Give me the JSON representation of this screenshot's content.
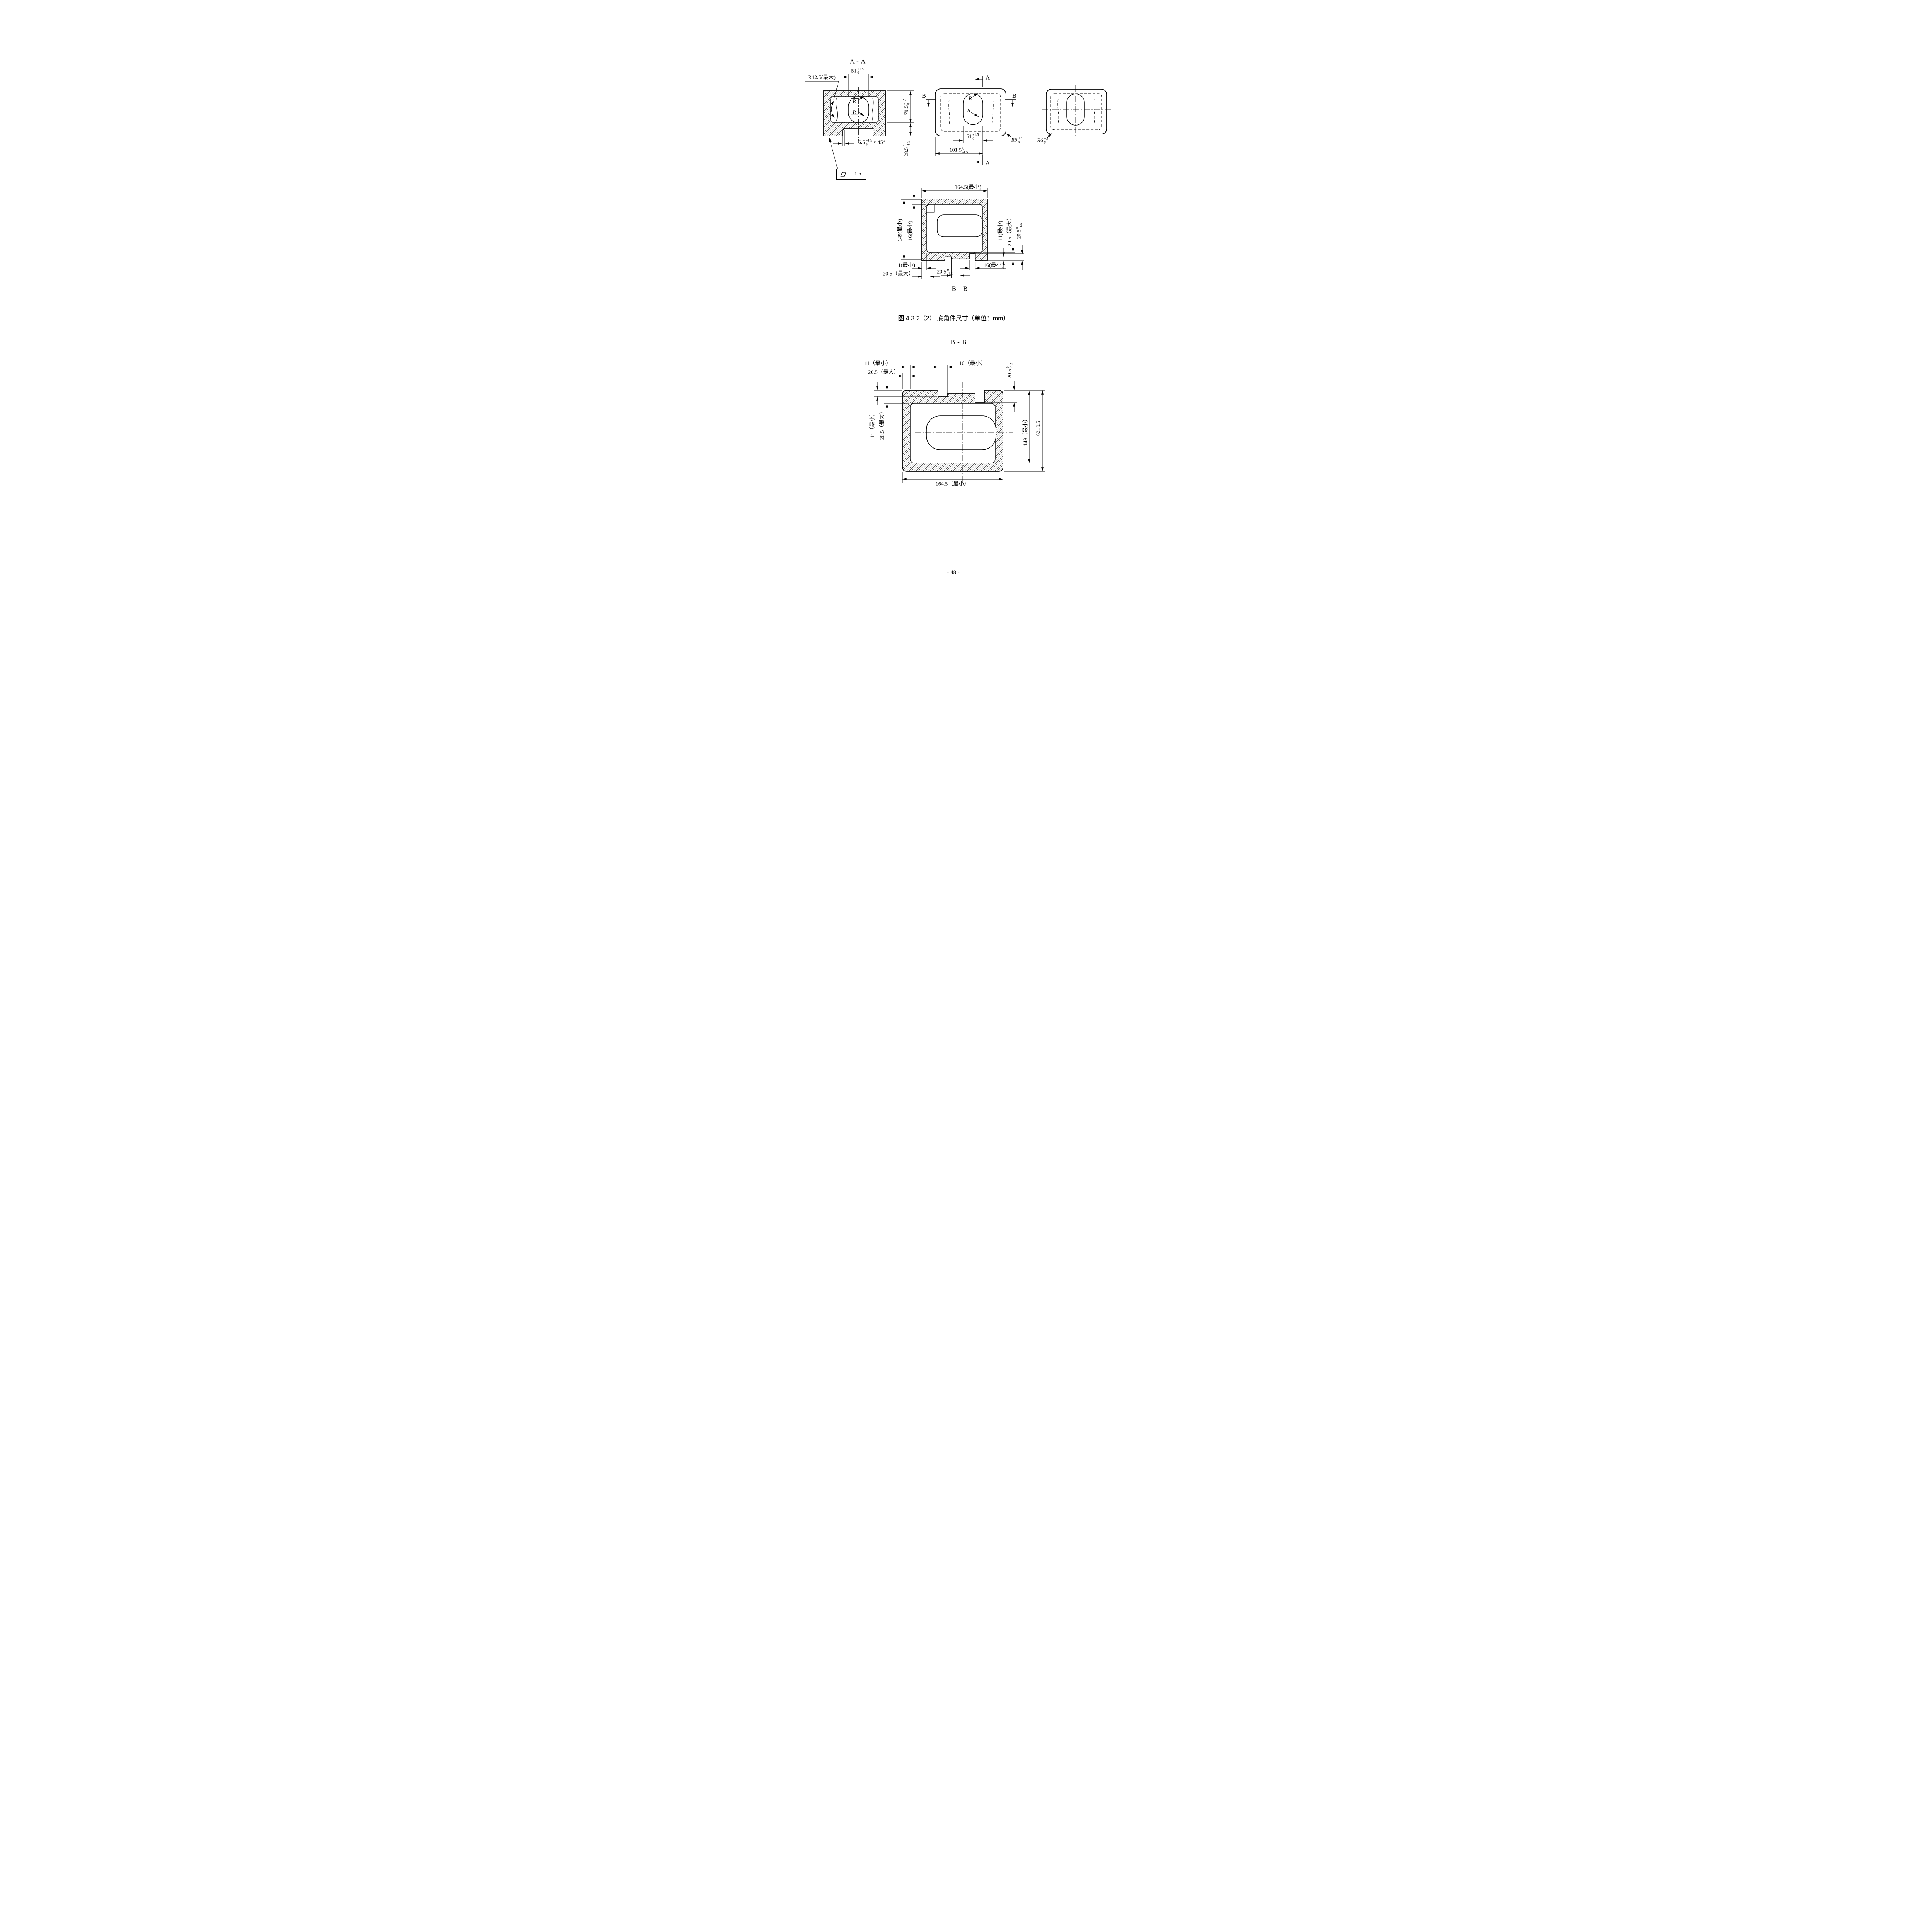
{
  "page": {
    "caption": "图 4.3.2（2）  底角件尺寸（单位：mm）",
    "page_number": "- 48 -"
  },
  "view_aa": {
    "title": "A - A",
    "r125": "R12.5(最大)",
    "dim51": {
      "v": "51",
      "sup": "+1.5",
      "sub": "0"
    },
    "dim795": {
      "v": "79.5",
      "sup": "+1.5",
      "sub": "0"
    },
    "dim285": {
      "v": "28.5",
      "sup": "0",
      "sub": "-1.5"
    },
    "dim65": {
      "v": "6.5",
      "sup": "+1.5",
      "sub": "0",
      "suffix": "× 45°"
    },
    "r1": "R",
    "r2": "R",
    "flatness": "1.5"
  },
  "view_top": {
    "a_top": "A",
    "a_bottom": "A",
    "b_left": "B",
    "b_right": "B",
    "r1": "R",
    "r2": "R",
    "dim51": {
      "v": "51",
      "sup": "+1.5",
      "sub": "0"
    },
    "dim1015": {
      "v": "101.5",
      "sup": "0",
      "sub": "-1.5"
    },
    "r6": {
      "v": "R6",
      "sup": "+2",
      "sub": "0"
    }
  },
  "view_right": {
    "r6": {
      "v": "R6",
      "sup": "+2",
      "sub": "0"
    }
  },
  "view_bb1": {
    "title": "B - B",
    "dim1645": "164.5(最小)",
    "dim149": "149(最小)",
    "dim16_left": "16(最小)",
    "dim11_right": "11(最小)",
    "dim205_max_right": "20.5（最大）",
    "dim205_tol_right": {
      "v": "20.5",
      "sup": "0",
      "sub": "-1.5"
    },
    "dim11_bottom": "11(最小)",
    "dim205_max_bottom": "20.5（最大）",
    "dim205_tol_bottom": {
      "v": "20.5",
      "sup": "0",
      "sub": "-1.5"
    },
    "dim16_bottom": "16(最小)"
  },
  "view_bb2": {
    "title": "B - B",
    "dim11_top": "11（最小）",
    "dim205_top": "20.5（最大）",
    "dim16_top": "16（最小）",
    "dim205_tol": {
      "v": "20.5",
      "sup": "0",
      "sub": "-1.5"
    },
    "dim11_left": "11（最小）",
    "dim205_left": "20.5（最大）",
    "dim149": "149（最小）",
    "dim162": "162±0.5",
    "dim1645": "164.5（最小）"
  }
}
